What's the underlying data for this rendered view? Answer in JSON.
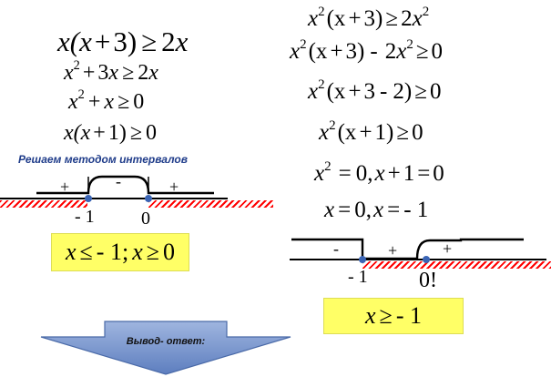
{
  "left": {
    "eq1": {
      "a": "x(x",
      "b": "+",
      "c": "3)",
      "d": "≥",
      "e": "2",
      "f": "x"
    },
    "eq2": {
      "a": "x",
      "sup": "2",
      "b": "+",
      "c": "3",
      "d": "x",
      "e": "≥",
      "f": "2",
      "g": "x"
    },
    "eq3": {
      "a": "x",
      "sup": "2",
      "b": "+",
      "c": "x",
      "d": "≥",
      "e": "0"
    },
    "eq4": {
      "a": "x(x",
      "b": "+",
      "c": "1)",
      "d": "≥",
      "e": "0"
    },
    "method_caption": "Решаем методом интервалов",
    "axis": {
      "sign1": "+",
      "sign2": "-",
      "sign3": "+",
      "label1": "- 1",
      "label2": "0"
    },
    "answer": {
      "a": "x",
      "b": "≤",
      "c": "- 1;",
      "d": "x",
      "e": "≥",
      "f": "0"
    }
  },
  "right": {
    "eq1": {
      "a": "x",
      "sup": "2",
      "b": "(x",
      "c": "+",
      "d": "3)",
      "e": "≥",
      "f": "2",
      "g": "x",
      "sup2": "2"
    },
    "eq2": {
      "a": "x",
      "sup": "2",
      "b": "(x",
      "c": "+",
      "d": "3)",
      "e": "-",
      "f": "2",
      "g": "x",
      "sup2": "2",
      "h": "≥",
      "i": "0"
    },
    "eq3": {
      "a": "x",
      "sup": "2",
      "b": "(x",
      "c": "+",
      "d": "3",
      "e": "-",
      "f": "2)",
      "g": "≥",
      "h": "0"
    },
    "eq4": {
      "a": "x",
      "sup": "2",
      "b": "(x",
      "c": "+",
      "d": "1)",
      "e": "≥",
      "f": "0"
    },
    "eq5": {
      "a": "x",
      "sup": "2",
      "b": "=",
      "c": "0,",
      "d": "x",
      "e": "+",
      "f": "1",
      "g": "=",
      "h": "0"
    },
    "eq6": {
      "a": "x",
      "b": "=",
      "c": "0,",
      "d": "x",
      "e": "=",
      "f": "- 1"
    },
    "axis": {
      "sign1": "-",
      "sign2": "+",
      "sign3": "+",
      "label1": "- 1",
      "label2": "0!"
    },
    "answer": {
      "a": "x",
      "b": "≥",
      "c": "- 1"
    }
  },
  "footer": {
    "arrow_label": "Вывод- ответ:"
  },
  "colors": {
    "hatch": "#ff0000",
    "answer_box": "#ffff66",
    "arrow": "#6f8fc7",
    "dot": "#3a64b4",
    "caption": "#1f3c8a"
  }
}
